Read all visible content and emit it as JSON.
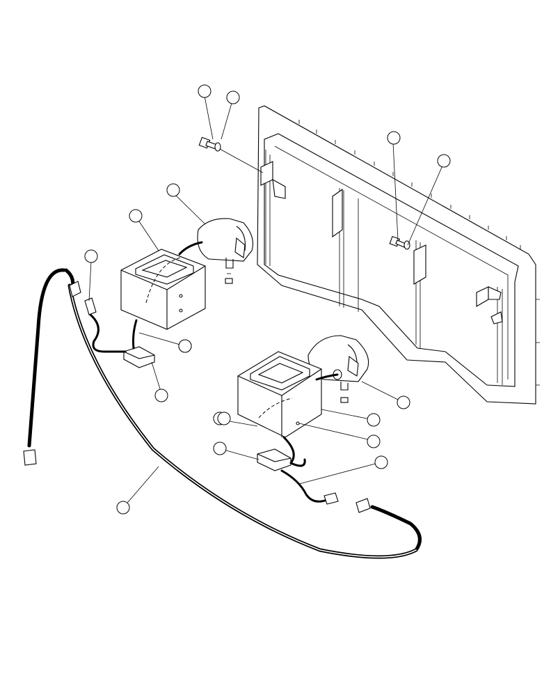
{
  "diagram": {
    "callouts": [
      {
        "id": "c1",
        "label": ""
      },
      {
        "id": "c2",
        "label": ""
      },
      {
        "id": "c3",
        "label": ""
      },
      {
        "id": "c4",
        "label": ""
      },
      {
        "id": "c5",
        "label": ""
      },
      {
        "id": "c6",
        "label": ""
      },
      {
        "id": "c7",
        "label": ""
      },
      {
        "id": "c8",
        "label": ""
      },
      {
        "id": "c9",
        "label": ""
      },
      {
        "id": "c10",
        "label": ""
      },
      {
        "id": "c11",
        "label": ""
      },
      {
        "id": "c12",
        "label": ""
      },
      {
        "id": "c13",
        "label": ""
      },
      {
        "id": "c14",
        "label": ""
      },
      {
        "id": "c15",
        "label": ""
      },
      {
        "id": "c16",
        "label": ""
      },
      {
        "id": "c17",
        "label": ""
      },
      {
        "id": "c18",
        "label": ""
      }
    ]
  }
}
